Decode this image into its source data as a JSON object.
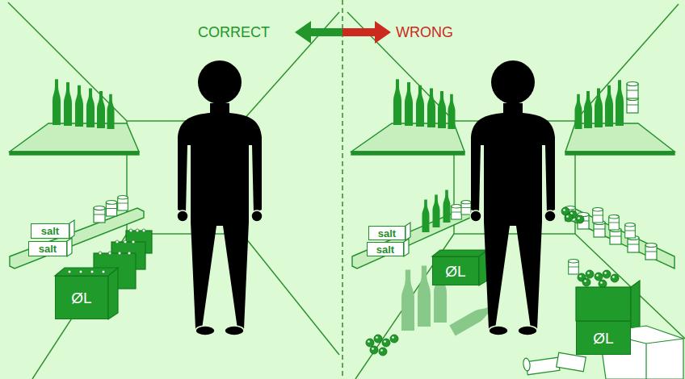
{
  "diagram": {
    "nodes": [
      {
        "text": [
          "salt"
        ]
      },
      {
        "text": [
          "salt"
        ]
      },
      {
        "text": [
          "ØL"
        ]
      },
      {
        "text": [
          "salt"
        ]
      },
      {
        "text": [
          "salt"
        ]
      },
      {
        "text": [
          "ØL"
        ]
      },
      {
        "text": [
          "ØL"
        ]
      }
    ],
    "labels": [
      "CORRECT",
      "WRONG"
    ]
  }
}
